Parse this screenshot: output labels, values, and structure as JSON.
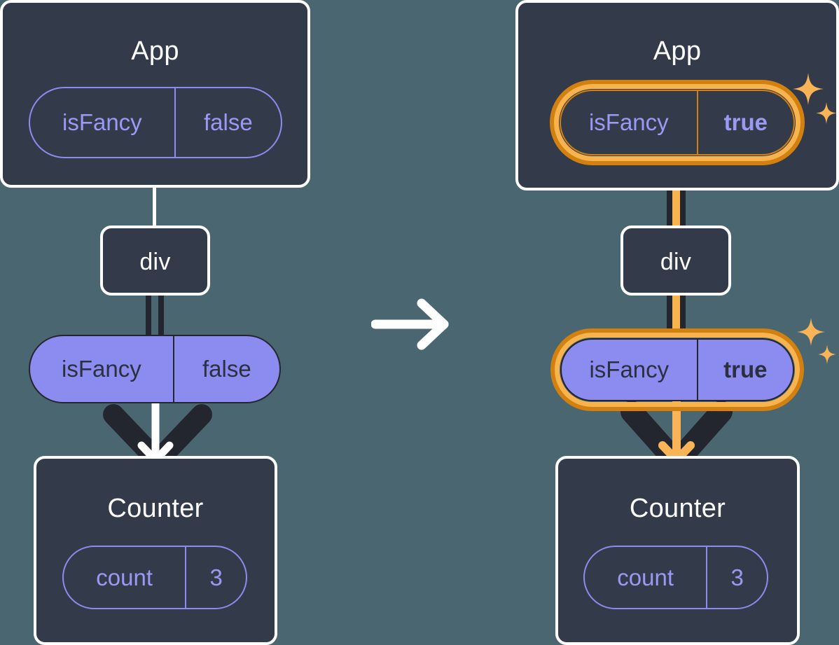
{
  "meta": {
    "background_color": "#4a6670",
    "panel_color": "#333a49",
    "prop_pill_color": "#8c8cf0",
    "state_text_color": "#9a9af5",
    "highlight_outer_color": "#d2800f",
    "highlight_inner_color": "#f7b34d",
    "line_dark_color": "#23262e",
    "line_white_color": "#ffffff"
  },
  "before": {
    "app": {
      "title": "App",
      "state": {
        "name": "isFancy",
        "value": "false"
      }
    },
    "div": {
      "title": "div"
    },
    "prop": {
      "name": "isFancy",
      "value": "false"
    },
    "counter": {
      "title": "Counter",
      "state": {
        "name": "count",
        "value": "3"
      }
    }
  },
  "after": {
    "app": {
      "title": "App",
      "state": {
        "name": "isFancy",
        "value": "true"
      }
    },
    "div": {
      "title": "div"
    },
    "prop": {
      "name": "isFancy",
      "value": "true"
    },
    "counter": {
      "title": "Counter",
      "state": {
        "name": "count",
        "value": "3"
      }
    }
  },
  "transition": {
    "icon": "right-arrow-icon"
  },
  "icons": {
    "sparkle": "sparkle-icon",
    "arrow_down": "arrow-down-icon",
    "chevron_down": "chevron-down-icon"
  }
}
